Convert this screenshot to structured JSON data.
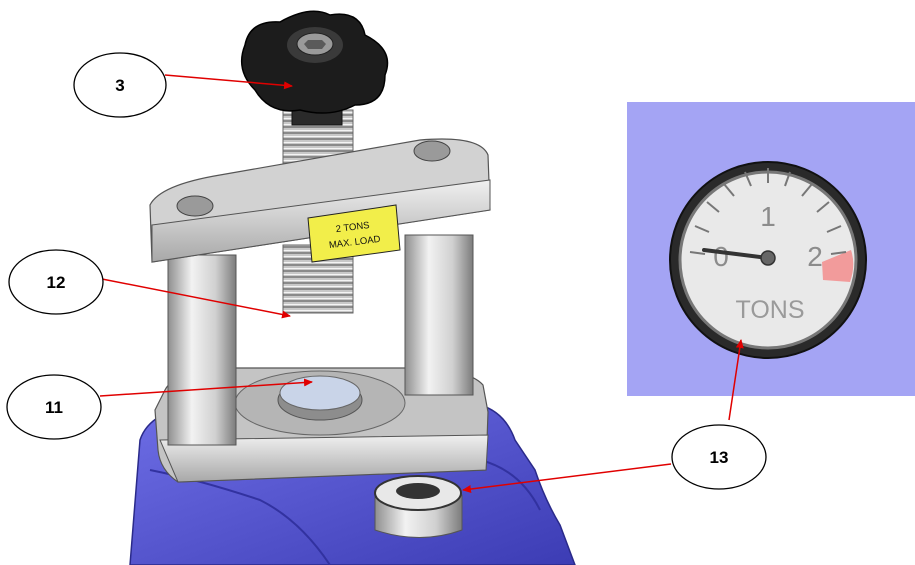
{
  "callouts": [
    {
      "id": "3",
      "label": "3"
    },
    {
      "id": "12",
      "label": "12"
    },
    {
      "id": "11",
      "label": "11"
    },
    {
      "id": "13",
      "label": "13"
    }
  ],
  "warning_plate": {
    "line1": "2 TONS",
    "line2": "MAX. LOAD"
  },
  "gauge": {
    "ticks": [
      "0",
      "1",
      "2"
    ],
    "unit": "TONS"
  },
  "colors": {
    "base": "#5a5ad6",
    "inset_background": "#a4a4f4",
    "leader_line": "#e00000",
    "plate": "#f2ee4a",
    "knob": "#1c1c1c",
    "gauge_redzone": "#f29b9b"
  },
  "icons": [
    "knob-icon",
    "gauge-icon"
  ]
}
